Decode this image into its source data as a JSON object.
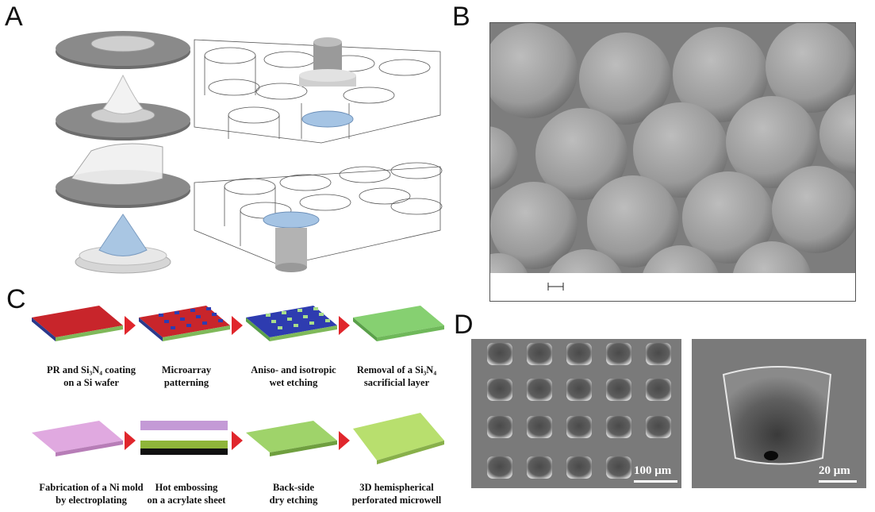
{
  "panels": {
    "A": {
      "label": "A"
    },
    "B": {
      "label": "B"
    },
    "C": {
      "label": "C",
      "steps": [
        {
          "line1": "PR and Si₃N₄ coating",
          "line2": "on a Si wafer",
          "colors": {
            "top": "#c8252b",
            "side": "#2b3a8c"
          }
        },
        {
          "line1": "Microarray",
          "line2": "patterning",
          "colors": {
            "top": "#c8252b",
            "side": "#2b3a8c"
          }
        },
        {
          "line1": "Aniso- and isotropic",
          "line2": "wet etching",
          "colors": {
            "top": "#2e3cb0",
            "side": "#7fb95a"
          }
        },
        {
          "line1": "Removal of a Si₃N₄",
          "line2": "sacrificial layer",
          "colors": {
            "top": "#86d071",
            "side": "#5aa04a"
          }
        },
        {
          "line1": "Fabrication of a Ni mold",
          "line2": "by electroplating",
          "colors": {
            "top": "#e0a9e0",
            "side": "#b77db7"
          }
        },
        {
          "line1": "Hot embossing",
          "line2": "on a acrylate sheet",
          "colors": {
            "top": "#8fb53a",
            "side": "#111111"
          }
        },
        {
          "line1": "Back-side",
          "line2": "dry etching",
          "colors": {
            "top": "#9fd36a",
            "side": "#6f9f3f"
          }
        },
        {
          "line1": "3D hemispherical",
          "line2": "perforated microwell",
          "colors": {
            "top": "#b8df6e",
            "side": "#88b04a"
          }
        }
      ],
      "arrow_color": "#e0262c"
    },
    "D": {
      "label": "D",
      "scale_left": "100 μm",
      "scale_right": "20 μm"
    }
  }
}
